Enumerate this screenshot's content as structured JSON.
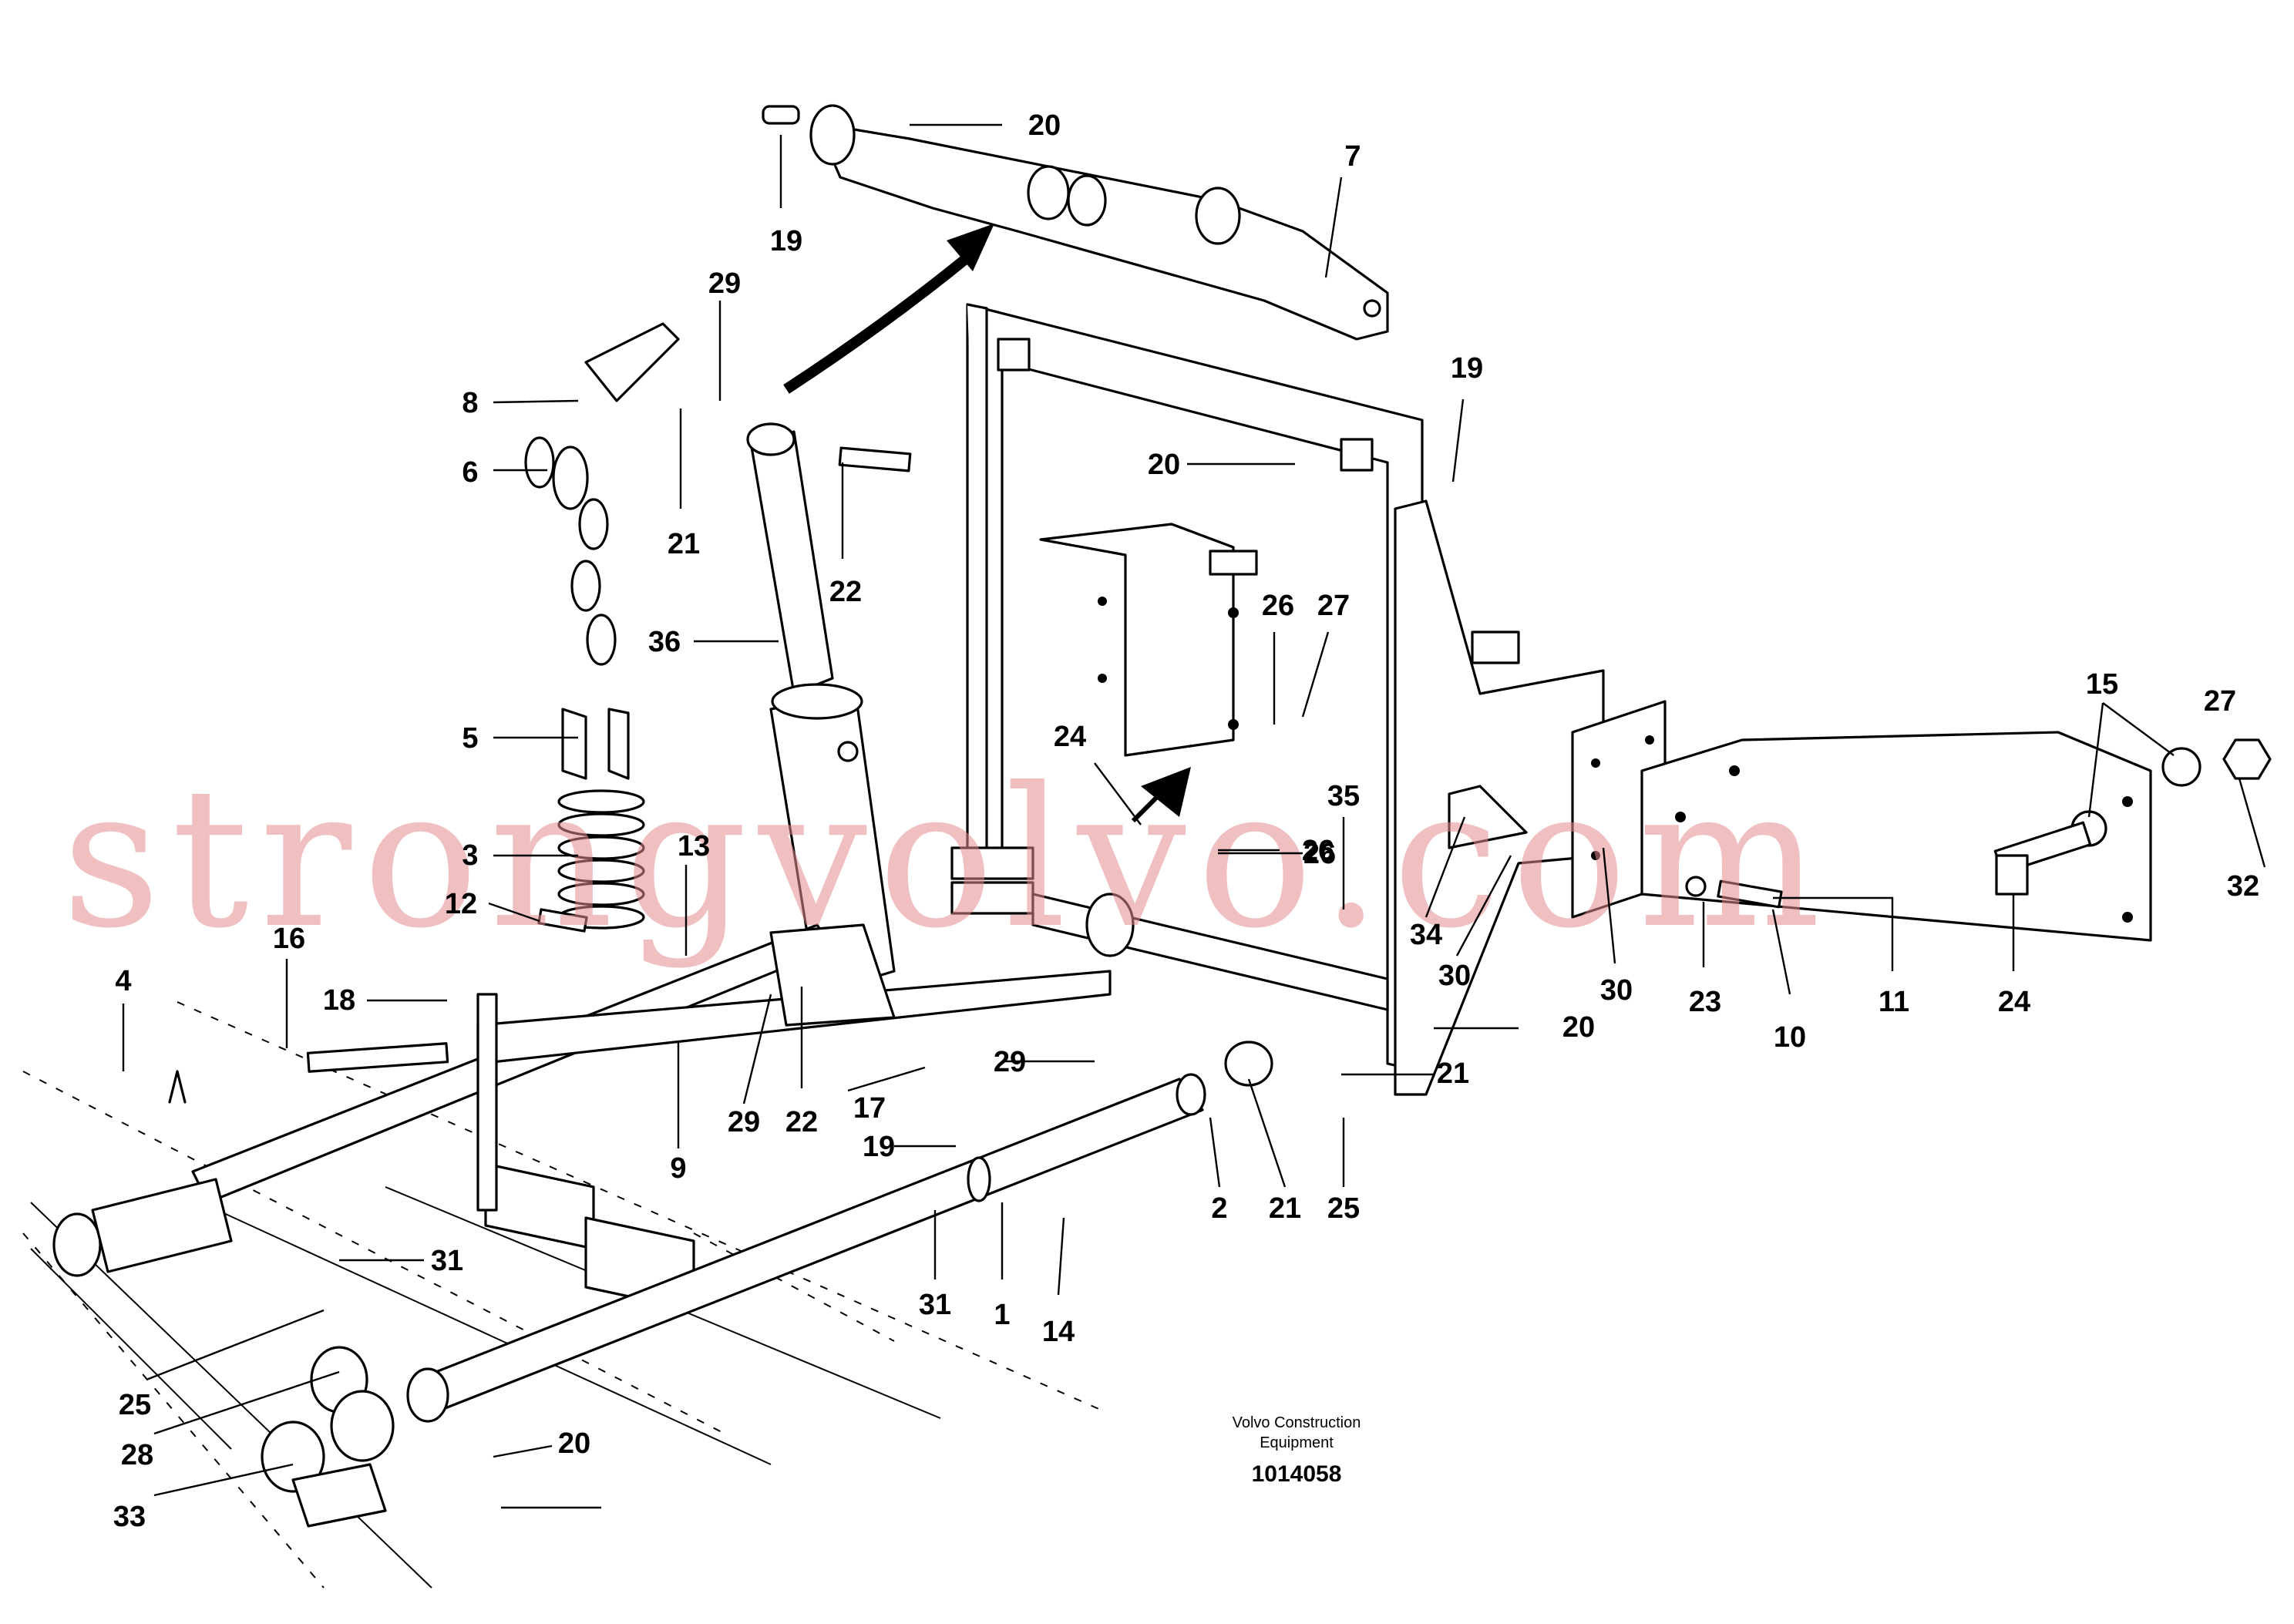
{
  "diagram": {
    "callouts": [
      "20",
      "7",
      "19",
      "29",
      "8",
      "6",
      "21",
      "22",
      "36",
      "19",
      "20",
      "26",
      "27",
      "24",
      "26",
      "35",
      "5",
      "3",
      "13",
      "12",
      "16",
      "4",
      "18",
      "34",
      "30",
      "26",
      "27",
      "32",
      "30",
      "23",
      "10",
      "11",
      "24",
      "15",
      "20",
      "29",
      "21",
      "29",
      "22",
      "17",
      "9",
      "19",
      "2",
      "21",
      "25",
      "31",
      "25",
      "14",
      "31",
      "1",
      "28",
      "33",
      "20"
    ],
    "caption": {
      "line1": "Volvo Construction",
      "line2": "Equipment",
      "number": "1014058"
    },
    "watermark": "strongvolvo.com"
  }
}
